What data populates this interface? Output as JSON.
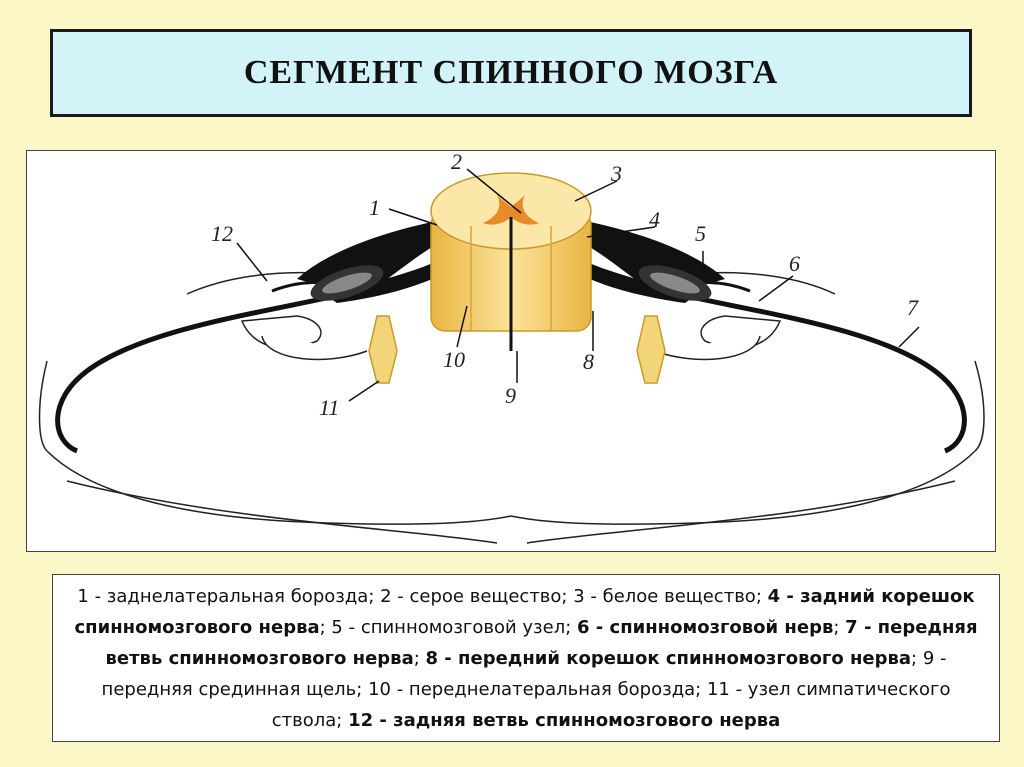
{
  "title": "СЕГМЕНТ СПИННОГО МОЗГА",
  "diagram": {
    "labels": [
      "1",
      "2",
      "3",
      "4",
      "5",
      "6",
      "7",
      "8",
      "9",
      "10",
      "11",
      "12"
    ]
  },
  "legend": [
    {
      "number": "1",
      "text": "заднелатеральная борозда",
      "bold": false
    },
    {
      "number": "2",
      "text": "серое вещество",
      "bold": false
    },
    {
      "number": "3",
      "text": "белое вещество",
      "bold": false
    },
    {
      "number": "4",
      "text": "задний корешок спинномозгового нерва",
      "bold": true
    },
    {
      "number": "5",
      "text": "спинномозговой узел",
      "bold": false
    },
    {
      "number": "6",
      "text": "спинномозговой нерв",
      "bold": true
    },
    {
      "number": "7",
      "text": "передняя ветвь спинномозгового нерва",
      "bold": true
    },
    {
      "number": "8",
      "text": "передний корешок спинномозгового нерва",
      "bold": true
    },
    {
      "number": "9",
      "text": "передняя срединная щель",
      "bold": false
    },
    {
      "number": "10",
      "text": "переднелатеральная борозда",
      "bold": false
    },
    {
      "number": "11",
      "text": "узел симпатического ствола",
      "bold": false
    },
    {
      "number": "12",
      "text": "задняя ветвь спинномозгового нерва",
      "bold": true
    }
  ],
  "colors": {
    "background": "#fbf7c7",
    "title_fill": "#d2f3f7",
    "white_matter": "#f6cf6a",
    "gray_matter": "#e8892a",
    "nerve": "#111111"
  }
}
